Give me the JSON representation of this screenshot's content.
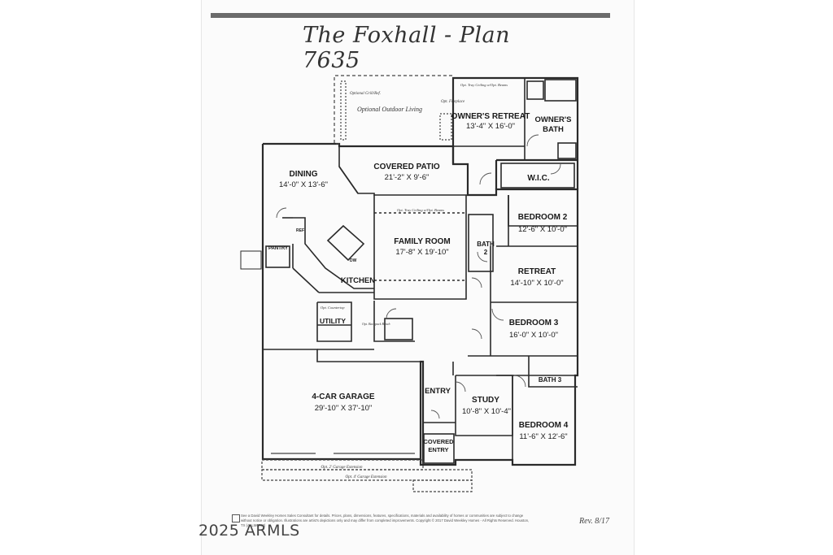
{
  "plan_title": "The Foxhall - Plan 7635",
  "rooms": [
    {
      "key": "owners_retreat",
      "name": "OWNER'S RETREAT",
      "dims": "13'-4\" X 16'-0\""
    },
    {
      "key": "owners_bath",
      "name": "OWNER'S BATH",
      "dims": ""
    },
    {
      "key": "wic",
      "name": "W.I.C.",
      "dims": ""
    },
    {
      "key": "dining",
      "name": "DINING",
      "dims": "14'-0\" X 13'-6\""
    },
    {
      "key": "covered_patio",
      "name": "COVERED PATIO",
      "dims": "21'-2\" X 9'-6\""
    },
    {
      "key": "family_room",
      "name": "FAMILY ROOM",
      "dims": "17'-8\" X 19'-10\""
    },
    {
      "key": "bedroom_2",
      "name": "BEDROOM 2",
      "dims": "12'-6\" X 10'-0\""
    },
    {
      "key": "bath_2",
      "name": "BATH 2",
      "dims": ""
    },
    {
      "key": "retreat",
      "name": "RETREAT",
      "dims": "14'-10\" X 10'-0\""
    },
    {
      "key": "kitchen",
      "name": "KITCHEN",
      "dims": ""
    },
    {
      "key": "pantry",
      "name": "PANTRY",
      "dims": ""
    },
    {
      "key": "utility",
      "name": "UTILITY",
      "dims": ""
    },
    {
      "key": "bedroom_3",
      "name": "BEDROOM 3",
      "dims": "16'-0\" X 10'-0\""
    },
    {
      "key": "bath_3",
      "name": "BATH 3",
      "dims": ""
    },
    {
      "key": "garage",
      "name": "4-CAR GARAGE",
      "dims": "29'-10\" X 37'-10\""
    },
    {
      "key": "entry",
      "name": "ENTRY",
      "dims": ""
    },
    {
      "key": "study",
      "name": "STUDY",
      "dims": "10'-8\" X 10'-4\""
    },
    {
      "key": "bedroom_4",
      "name": "BEDROOM 4",
      "dims": "11'-6\" X 12'-6\""
    },
    {
      "key": "covered_entry",
      "name": "COVERED ENTRY",
      "dims": ""
    }
  ],
  "notes": {
    "optional_outdoor_living": "Optional Outdoor Living",
    "optional_grill": "Optional Grill/Ref.",
    "opt_fireplace": "Opt. Fireplace",
    "tray_ceiling_owner": "Opt. Tray Ceiling w/Opt. Beams",
    "tray_ceiling_family": "Opt. Tray Ceiling w/Opt. Beams",
    "opt_countertop": "Opt. Countertop",
    "opt_backpack_bench": "Opt. Backpack Bench",
    "ref": "REF",
    "dw": "DW",
    "garage_ext_2": "Opt. 2' Garage Extension",
    "garage_ext_4": "Opt. 4' Garage Extension"
  },
  "footer": {
    "watermark": "2025 ARMLS",
    "revision": "Rev. 8/17",
    "disclaimer": "See a David Weekley Homes Sales Consultant for details. Prices, plans, dimensions, features, specifications, materials and availability of homes or communities are subject to change without notice or obligation. Illustrations are artist's depictions only and may differ from completed improvements. Copyright © 2017 David Weekley Homes - All Rights Reserved. Houston, TX (ALLM6780)"
  },
  "colors": {
    "ink": "#1c1c1c",
    "wall": "#2a2a2a",
    "header_bar": "#6b6b6b"
  }
}
